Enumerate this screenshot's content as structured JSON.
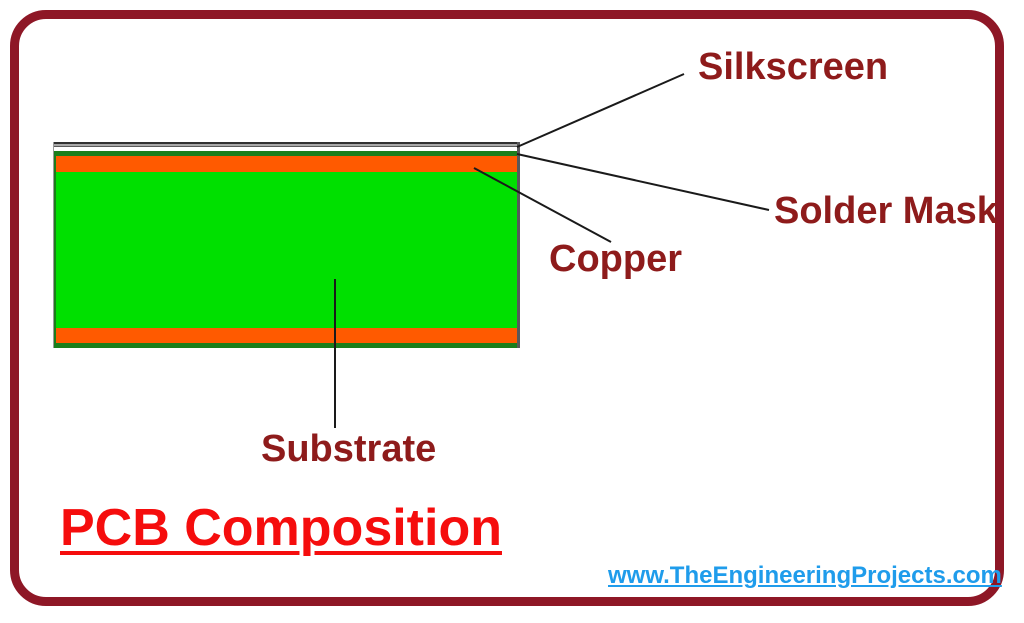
{
  "diagram": {
    "title": "PCB Composition",
    "labels": {
      "silkscreen": "Silkscreen",
      "solder_mask": "Solder Mask",
      "copper": "Copper",
      "substrate": "Substrate"
    },
    "link": {
      "text": "www.TheEngineeringProjects.com"
    },
    "layers_top_to_bottom": [
      "silkscreen",
      "solder-mask",
      "copper",
      "substrate",
      "copper",
      "solder-mask"
    ],
    "colors": {
      "frame_border": "#8e1726",
      "label_text": "#8e1b1b",
      "title_text": "#f50d0d",
      "link_text": "#1f9ceb",
      "silkscreen_gray": "#a8a8a8",
      "solder_mask_green": "#1b7e1b",
      "copper_orange": "#ff5a00",
      "substrate_green": "#00e000",
      "leader_line": "#1a1a1a",
      "background": "#ffffff"
    }
  }
}
